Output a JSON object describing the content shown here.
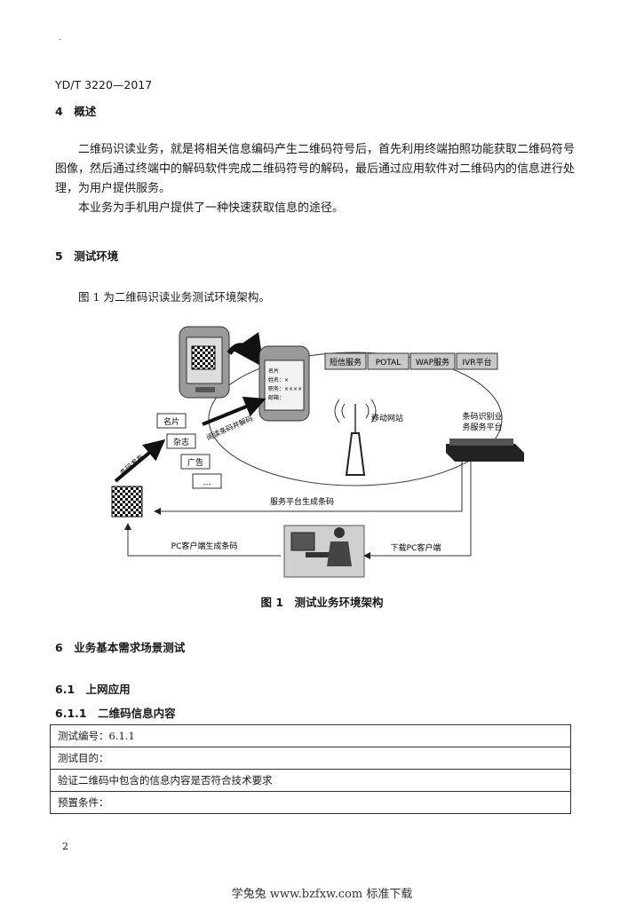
{
  "header": {
    "standard_id": "YD/T 3220—2017",
    "mark": "-"
  },
  "sections": {
    "s4": {
      "heading": "4　概述",
      "paragraph1": "二维码识读业务，就是将相关信息编码产生二维码符号后，首先利用终端拍照功能获取二维码符号图像，然后通过终端中的解码软件完成二维码符号的解码，最后通过应用软件对二维码内的信息进行处理，为用户提供服务。",
      "paragraph2": "本业务为手机用户提供了一种快速获取信息的途径。"
    },
    "s5": {
      "heading": "5　测试环境",
      "intro": "图 1 为二维码识读业务测试环境架构。"
    },
    "s6": {
      "heading": "6　业务基本需求场景测试"
    },
    "s6_1": {
      "heading": "6.1　上网应用"
    },
    "s6_1_1": {
      "heading": "6.1.1　二维码信息内容"
    }
  },
  "figure": {
    "caption": "图 1　测试业务环境架构",
    "services": [
      "短信服务",
      "POTAL",
      "WAP服务",
      "IVR平台"
    ],
    "station_label": "移动网站",
    "platform_label_line1": "条码识别业",
    "platform_label_line2": "务服务平台",
    "media": [
      "名片",
      "杂志",
      "广告",
      "…"
    ],
    "arrow_publish": "条码发布",
    "arrow_decode": "阅读条码并解码",
    "flow_platform": "服务平台生成条码",
    "flow_pc": "PC客户端生成条码",
    "flow_download": "下载PC客户端",
    "phone_lines": [
      "名片",
      "姓名：×",
      "职务：××××",
      "邮箱："
    ]
  },
  "table": {
    "rows": [
      "测试编号：6.1.1",
      "测试目的：",
      "验证二维码中包含的信息内容是否符合技术要求",
      "预置条件："
    ]
  },
  "page_number": "2",
  "footer": "学兔兔 www.bzfxw.com 标准下载"
}
